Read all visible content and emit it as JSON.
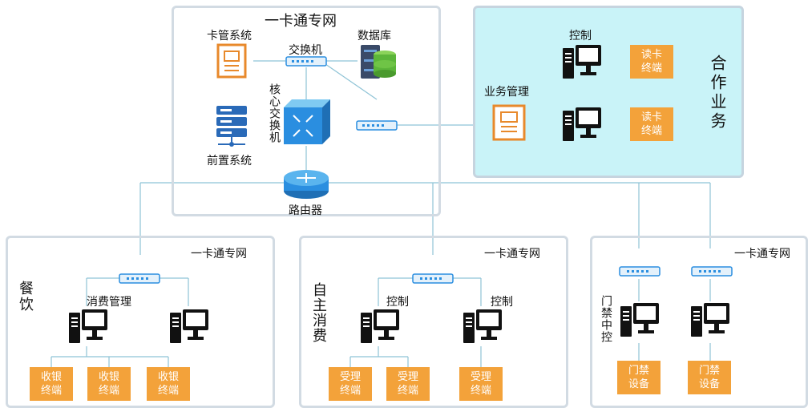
{
  "colors": {
    "panel_border": "#d2dbe3",
    "cooperation_bg": "#c9f3f8",
    "terminal_orange": "#f3a23a",
    "link_line": "#8ec3d6",
    "device_blue": "#2a8ee0",
    "icon_dark": "#111111"
  },
  "core": {
    "title": "一卡通专网",
    "card_system": "卡管系统",
    "switch": "交换机",
    "database": "数据库",
    "core_switch": "核心交换机",
    "front_system": "前置系统",
    "router": "路由器"
  },
  "cooperation": {
    "title": "合作业务",
    "control": "控制",
    "business_mgmt": "业务管理",
    "reader_1": "读卡\n终端",
    "reader_2": "读卡\n终端"
  },
  "dining": {
    "network": "一卡通专网",
    "title": "餐饮",
    "consumption_mgmt": "消费管理",
    "pos_1": "收银\n终端",
    "pos_2": "收银\n终端",
    "pos_3": "收银\n终端"
  },
  "self_service": {
    "network": "一卡通专网",
    "title": "自主消费",
    "control_1": "控制",
    "control_2": "控制",
    "term_1": "受理\n终端",
    "term_2": "受理\n终端",
    "term_3": "受理\n终端"
  },
  "access": {
    "network": "一卡通专网",
    "title": "门禁中控",
    "device_1": "门禁\n设备",
    "device_2": "门禁\n设备"
  },
  "icons": [
    "document-icon",
    "switch-icon",
    "database-icon",
    "core-switch-icon",
    "server-rack-icon",
    "router-icon",
    "computer-icon"
  ]
}
